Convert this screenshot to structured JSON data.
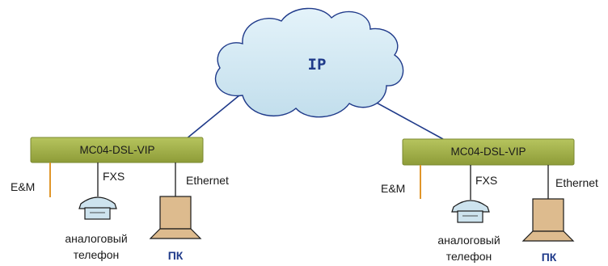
{
  "network": {
    "label": "IP"
  },
  "sites": [
    {
      "device": "MC04-DSL-VIP",
      "ports": {
        "em": "E&M",
        "fxs": "FXS",
        "ethernet": "Ethernet"
      },
      "phone_label": [
        "аналоговый",
        "телефон"
      ],
      "pc_label": "ПК"
    },
    {
      "device": "MC04-DSL-VIP",
      "ports": {
        "em": "E&M",
        "fxs": "FXS",
        "ethernet": "Ethernet"
      },
      "phone_label": [
        "аналоговый",
        "телефон"
      ],
      "pc_label": "ПК"
    }
  ],
  "colors": {
    "cloud_fill": "#cfe7f2",
    "cloud_stroke": "#1f3a8a",
    "device_fill": "#a3b24a",
    "em_line": "#e0962a",
    "phone_fill": "#cde3ee",
    "pc_fill": "#ddbb8e"
  }
}
